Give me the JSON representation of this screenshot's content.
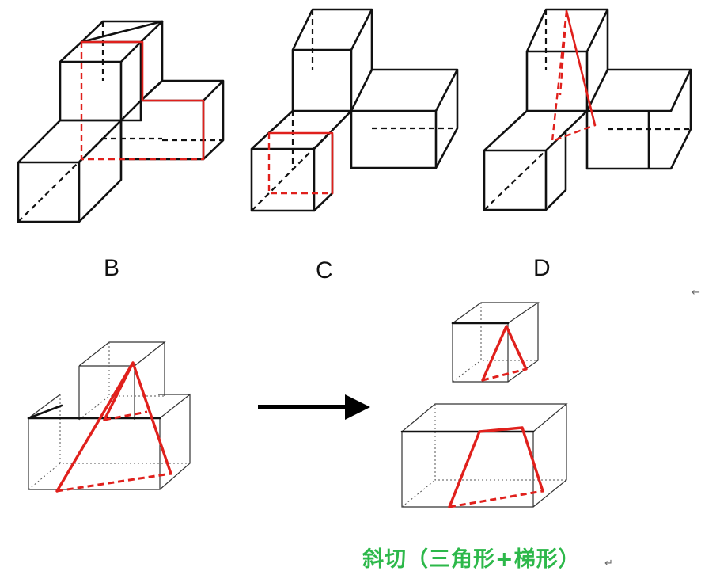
{
  "labels": {
    "b": "B",
    "c": "C",
    "d": "D"
  },
  "caption": "斜切（三角形+梯形）",
  "marks": {
    "return_symbol": "↵",
    "side_arrow": "←"
  },
  "colors": {
    "line": "#111111",
    "section": "#e0201c",
    "caption": "#2db84a"
  }
}
